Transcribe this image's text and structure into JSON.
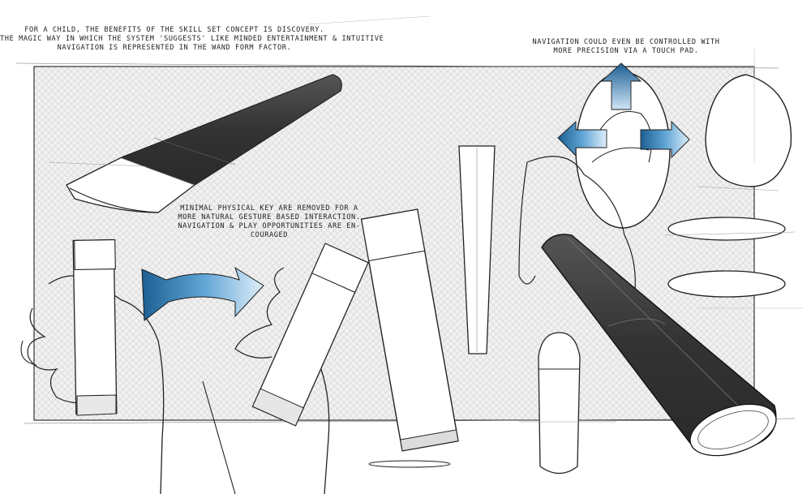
{
  "annotations": {
    "top_left": {
      "lines": [
        "For a child, the benefits of the skill set concept is discovery.",
        "The magic way in which the system 'suggests' like minded entertainment & intuitive",
        "navigation is represented in the wand form factor."
      ]
    },
    "top_right": {
      "lines": [
        "Navigation could even be controlled with",
        "more precision via a touch pad."
      ]
    },
    "middle": {
      "lines": [
        "Minimal Physical key are removed for a",
        "more natural gesture based interaction.",
        "Navigation & play opportunities are en-",
        "couraged"
      ]
    }
  },
  "colors": {
    "background": "#ffffff",
    "hatch_panel": "#ececec",
    "wand_dark": "#3a3a3a",
    "arrow_blue": "#1f6ea8",
    "ink": "#1a1a1a"
  }
}
